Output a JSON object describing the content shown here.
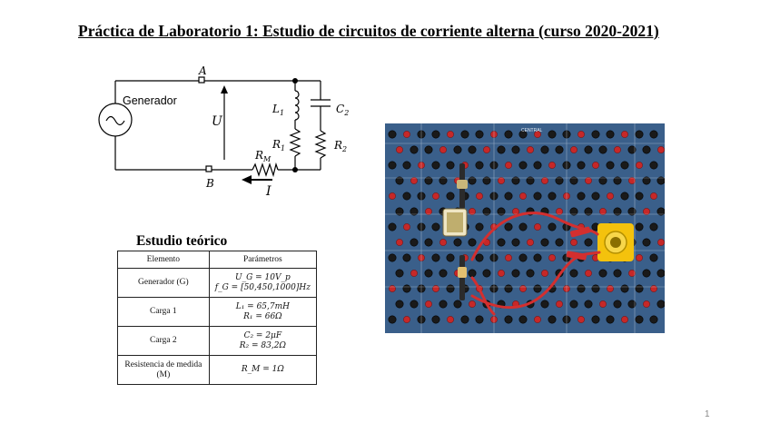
{
  "title": "Práctica de Laboratorio 1: Estudio de circuitos de corriente alterna (curso 2020-2021)",
  "circuit": {
    "node_a": "A",
    "node_b": "B",
    "generator_label": "Generador",
    "voltage_label": "U",
    "current_label": "I",
    "l1_label": "L",
    "l1_sub": "1",
    "r1_label": "R",
    "r1_sub": "1",
    "c2_label": "C",
    "c2_sub": "2",
    "r2_label": "R",
    "r2_sub": "2",
    "rm_label": "R",
    "rm_sub": "M"
  },
  "theory": {
    "heading": "Estudio teórico",
    "columns": [
      "Elemento",
      "Parámetros"
    ],
    "rows": [
      {
        "element": "Generador (G)",
        "param1": "U_G = 10V_p",
        "param2": "f_G = [50,450,1000]Hz"
      },
      {
        "element": "Carga 1",
        "param1": "L₁ = 65,7mH",
        "param2": "R₁ = 66Ω"
      },
      {
        "element": "Carga 2",
        "param1": "C₂ = 2μF",
        "param2": "R₂ = 83,2Ω"
      },
      {
        "element": "Resistencia de medida (M)",
        "param1": "R_M = 1Ω",
        "param2": ""
      }
    ]
  },
  "photo": {
    "board_label": "CENTRAL",
    "colors": {
      "board": "#3a5f8a",
      "jack_black": "#1a1a1a",
      "jack_red": "#c62828",
      "yellow": "#f4c20d",
      "wire_red": "#d32f2f"
    }
  },
  "page_number": "1"
}
